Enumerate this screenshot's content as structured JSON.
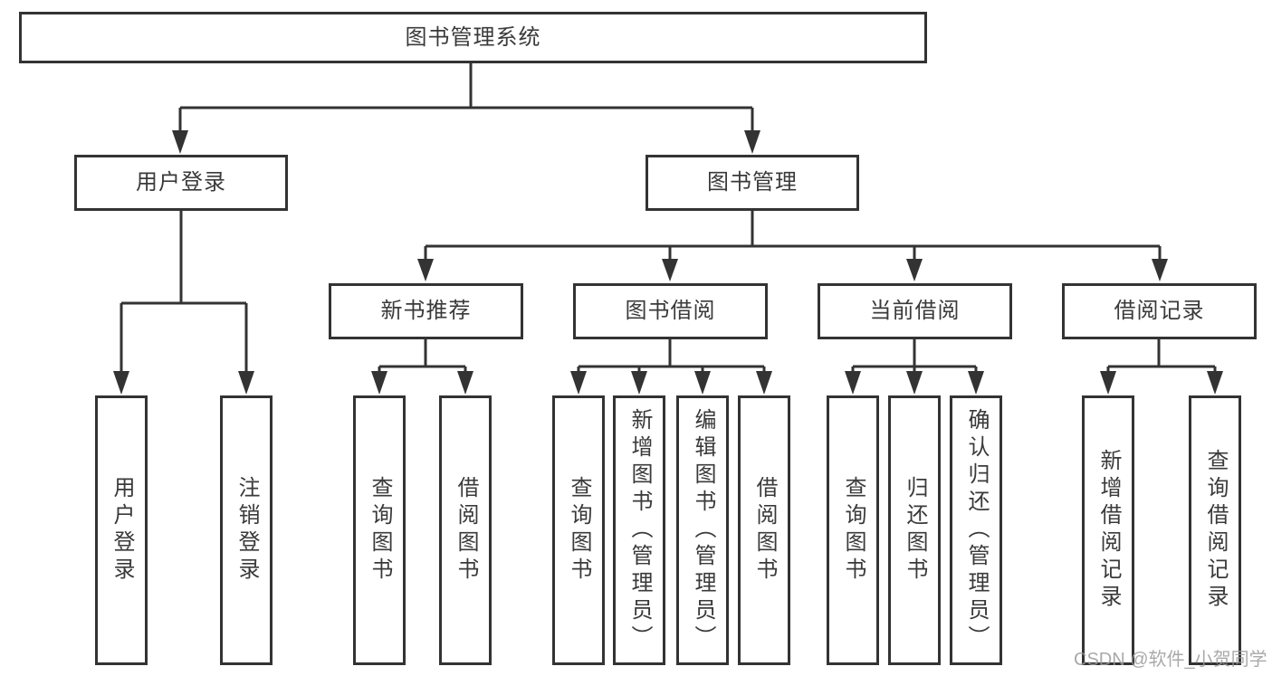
{
  "tree": {
    "root": "图书管理系统",
    "branches": [
      {
        "label": "用户登录",
        "children": [
          "用户登录",
          "注销登录"
        ]
      },
      {
        "label": "图书管理",
        "groups": [
          {
            "label": "新书推荐",
            "children": [
              "查询图书",
              "借阅图书"
            ]
          },
          {
            "label": "图书借阅",
            "children": [
              "查询图书",
              "新增图书（管理员）",
              "编辑图书（管理员）",
              "借阅图书"
            ]
          },
          {
            "label": "当前借阅",
            "children": [
              "查询图书",
              "归还图书",
              "确认归还（管理员）"
            ]
          },
          {
            "label": "借阅记录",
            "children": [
              "新增借阅记录",
              "查询借阅记录"
            ]
          }
        ]
      }
    ]
  },
  "watermark": {
    "text": "CSDN @软件_小贺同学"
  },
  "colors": {
    "line": "#333333",
    "text": "#3a3a3a",
    "box_background": "#ffffff",
    "watermark": "#9b9b9b"
  }
}
